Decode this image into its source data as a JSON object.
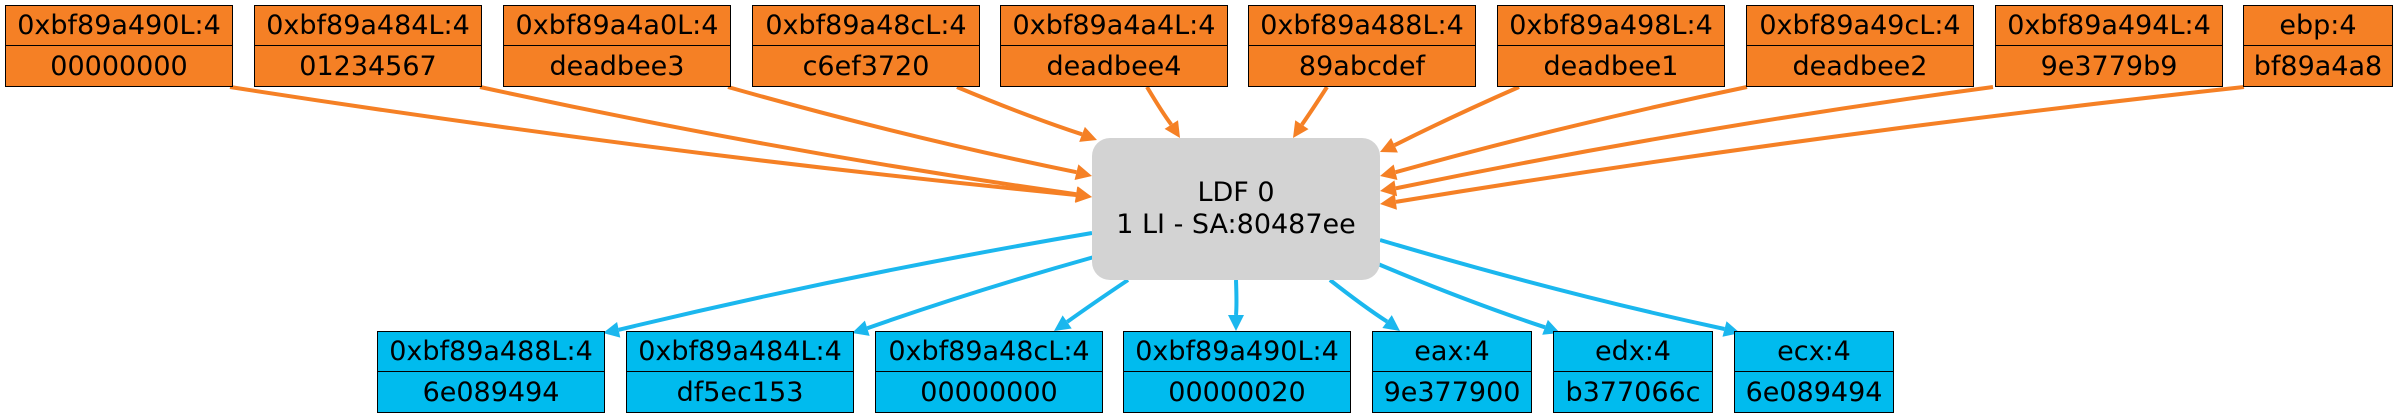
{
  "colors": {
    "input": "#f58025",
    "output": "#00bbee",
    "center": "#d3d3d3",
    "edge_in": "#f58025",
    "edge_out": "#1bb7ee"
  },
  "center": {
    "line1": "LDF 0",
    "line2": "1 LI - SA:80487ee"
  },
  "inputs": [
    {
      "label": "0xbf89a490L:4",
      "value": "00000000"
    },
    {
      "label": "0xbf89a484L:4",
      "value": "01234567"
    },
    {
      "label": "0xbf89a4a0L:4",
      "value": "deadbee3"
    },
    {
      "label": "0xbf89a48cL:4",
      "value": "c6ef3720"
    },
    {
      "label": "0xbf89a4a4L:4",
      "value": "deadbee4"
    },
    {
      "label": "0xbf89a488L:4",
      "value": "89abcdef"
    },
    {
      "label": "0xbf89a498L:4",
      "value": "deadbee1"
    },
    {
      "label": "0xbf89a49cL:4",
      "value": "deadbee2"
    },
    {
      "label": "0xbf89a494L:4",
      "value": "9e3779b9"
    },
    {
      "label": "ebp:4",
      "value": "bf89a4a8"
    }
  ],
  "outputs": [
    {
      "label": "0xbf89a488L:4",
      "value": "6e089494"
    },
    {
      "label": "0xbf89a484L:4",
      "value": "df5ec153"
    },
    {
      "label": "0xbf89a48cL:4",
      "value": "00000000"
    },
    {
      "label": "0xbf89a490L:4",
      "value": "00000020"
    },
    {
      "label": "eax:4",
      "value": "9e377900"
    },
    {
      "label": "edx:4",
      "value": "b377066c"
    },
    {
      "label": "ecx:4",
      "value": "6e089494"
    }
  ]
}
